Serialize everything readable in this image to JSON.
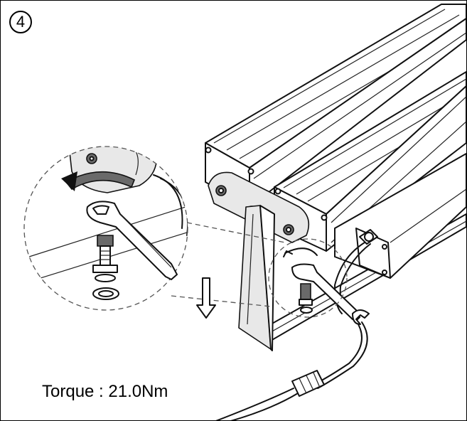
{
  "step": {
    "number": "4"
  },
  "caption": {
    "torque": "Torque : 21.0Nm"
  },
  "icons": {
    "step_badge": "circled-number",
    "arrow": "down-arrow-icon",
    "wrench": "wrench-icon",
    "bolt": "bolt-icon",
    "rotation": "clockwise-rotation-icon"
  },
  "colors": {
    "line": "#111111",
    "background": "#ffffff",
    "dashed_callout": "#555555"
  }
}
